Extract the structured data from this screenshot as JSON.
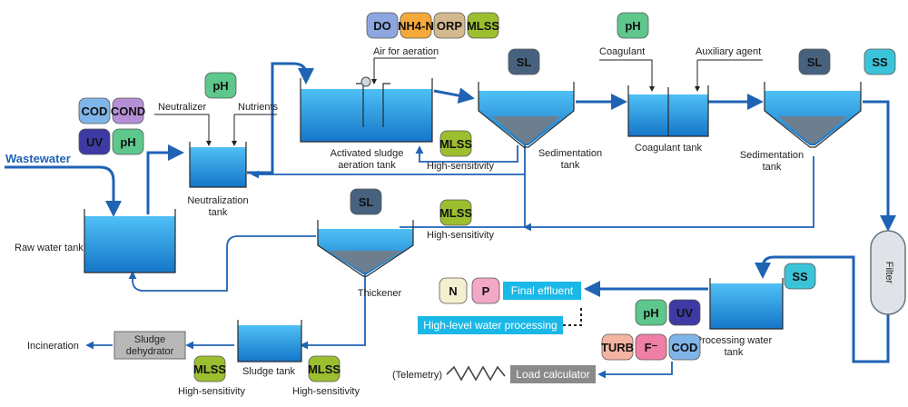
{
  "input_label": "Wastewater",
  "tanks": {
    "raw_water": "Raw water tank",
    "neutralization": [
      "Neutralization",
      "tank"
    ],
    "aeration": [
      "Activated sludge",
      "aeration tank"
    ],
    "sedimentation1": [
      "Sedimentation",
      "tank"
    ],
    "coagulant": "Coagulant tank",
    "sedimentation2": [
      "Sedimentation",
      "tank"
    ],
    "thickener": "Thickener",
    "sludge": "Sludge tank",
    "processing": [
      "Processing water",
      "tank"
    ],
    "filter": "Filter"
  },
  "inputs": {
    "neutralizer": "Neutralizer",
    "nutrients": "Nutrients",
    "air": "Air for aeration",
    "coagulant": "Coagulant",
    "auxiliary": "Auxiliary agent"
  },
  "outputs": {
    "incineration": "Incineration",
    "dehydrator": [
      "Sludge",
      "dehydrator"
    ],
    "final_effluent": "Final effluent",
    "high_level": "High-level water processing",
    "telemetry": "(Telemetry)",
    "load_calculator": "Load calculator"
  },
  "sensors": {
    "cod": "COD",
    "cond": "COND",
    "uv": "UV",
    "ph": "pH",
    "do": "DO",
    "nh4n": "NH4-N",
    "orp": "ORP",
    "mlss": "MLSS",
    "sl": "SL",
    "ss": "SS",
    "n": "N",
    "p": "P",
    "turb": "TURB",
    "f": "F⁻"
  },
  "high_sensitivity": "High-sensitivity",
  "colors": {
    "pipe": "#1f63b5",
    "water": "#1a9ae6",
    "tank_stroke": "#2a2a2a",
    "cod": "#7fb5e8",
    "cond": "#b48fd6",
    "uv": "#3e3aa3",
    "ph": "#5dc78c",
    "do": "#8ea6df",
    "nh4n": "#f5a93b",
    "orp": "#d2b98f",
    "mlss": "#9bbf2f",
    "sl": "#46627f",
    "ss": "#3bc3d9",
    "n": "#f4efcf",
    "p": "#f2a8c6",
    "turb": "#f5b4a1",
    "f": "#ef7fa6",
    "box_cyan": "#1ab8e6",
    "box_gray": "#9a9a9a"
  }
}
